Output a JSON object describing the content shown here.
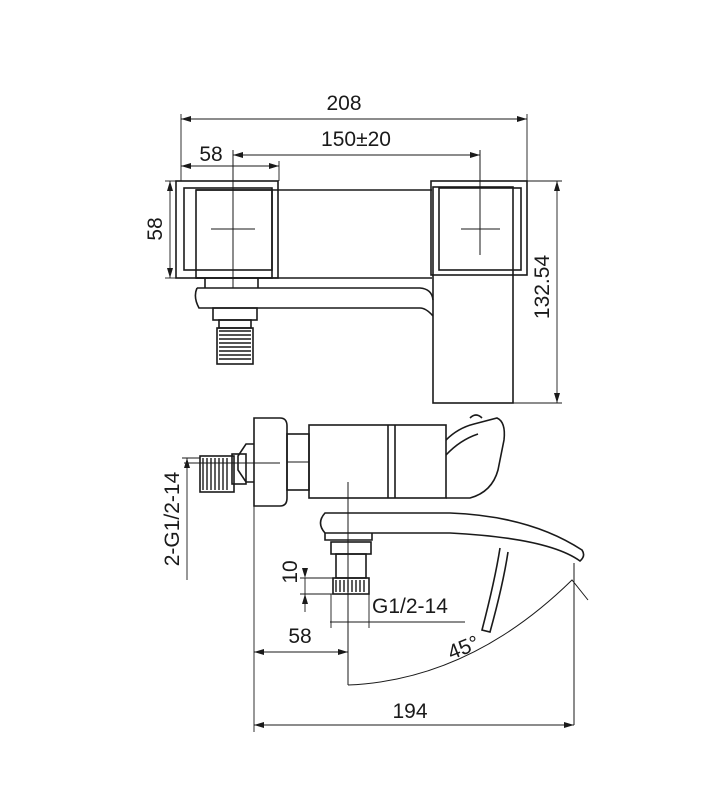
{
  "dimensions": {
    "overall_width_top": "208",
    "center_distance": "150±20",
    "inlet_width": "58",
    "inlet_height": "58",
    "depth": "132.54",
    "inlet_thread": "2-G1/2-14",
    "outlet_length": "10",
    "outlet_thread": "G1/2-14",
    "outlet_offset": "58",
    "spout_angle": "45°",
    "overall_width_bottom": "194"
  }
}
